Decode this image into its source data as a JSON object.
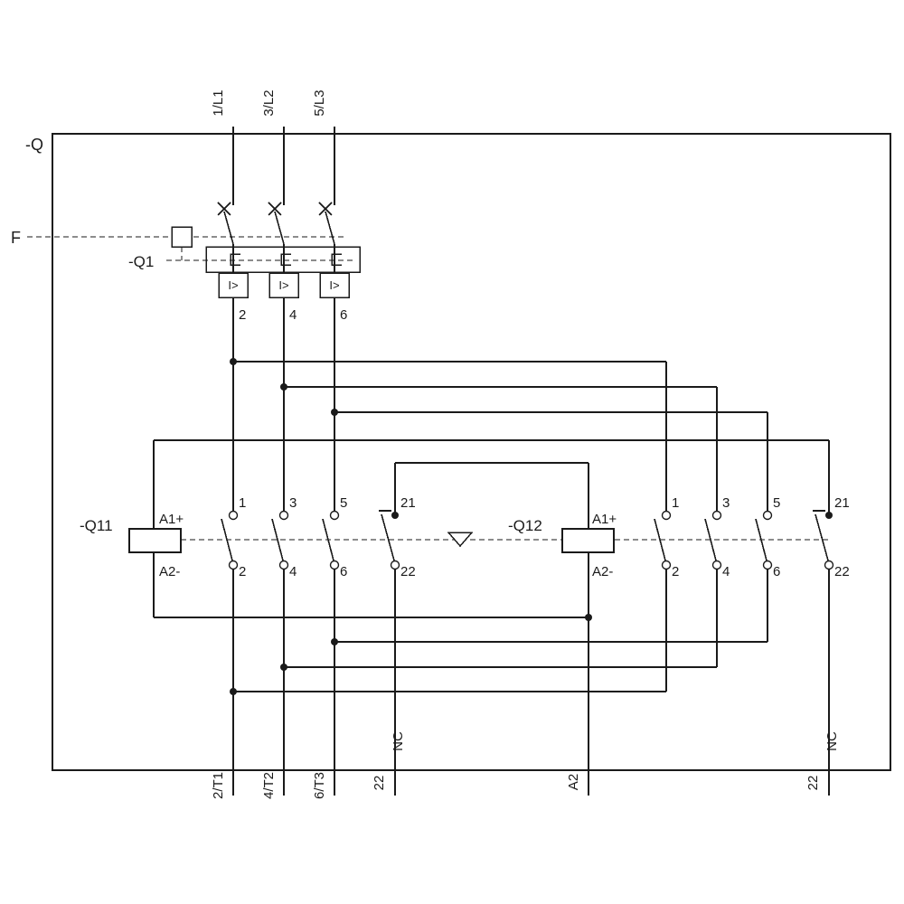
{
  "frame": {
    "label": "-Q"
  },
  "trip_line": {
    "label": "F"
  },
  "supply": {
    "l1": "1/L1",
    "l2": "3/L2",
    "l3": "5/L3"
  },
  "breaker": {
    "label": "-Q1",
    "overload_symbol": "I>",
    "out_terminals": {
      "t2": "2",
      "t4": "4",
      "t6": "6"
    }
  },
  "contactor_q11": {
    "label": "-Q11",
    "coil_a1": "A1+",
    "coil_a2": "A2-",
    "top": {
      "p1": "1",
      "p3": "3",
      "p5": "5",
      "p21": "21"
    },
    "bottom": {
      "p2": "2",
      "p4": "4",
      "p6": "6",
      "p22": "22"
    }
  },
  "contactor_q12": {
    "label": "-Q12",
    "coil_a1": "A1+",
    "coil_a2": "A2-",
    "top": {
      "p1": "1",
      "p3": "3",
      "p5": "5",
      "p21": "21"
    },
    "bottom": {
      "p2": "2",
      "p4": "4",
      "p6": "6",
      "p22": "22"
    }
  },
  "outputs": {
    "t1": "2/T1",
    "t2": "4/T2",
    "t3": "6/T3",
    "q11_aux": {
      "terminal": "22",
      "type": "NC"
    },
    "coil_return": "A2",
    "q12_aux": {
      "terminal": "22",
      "type": "NC"
    }
  }
}
